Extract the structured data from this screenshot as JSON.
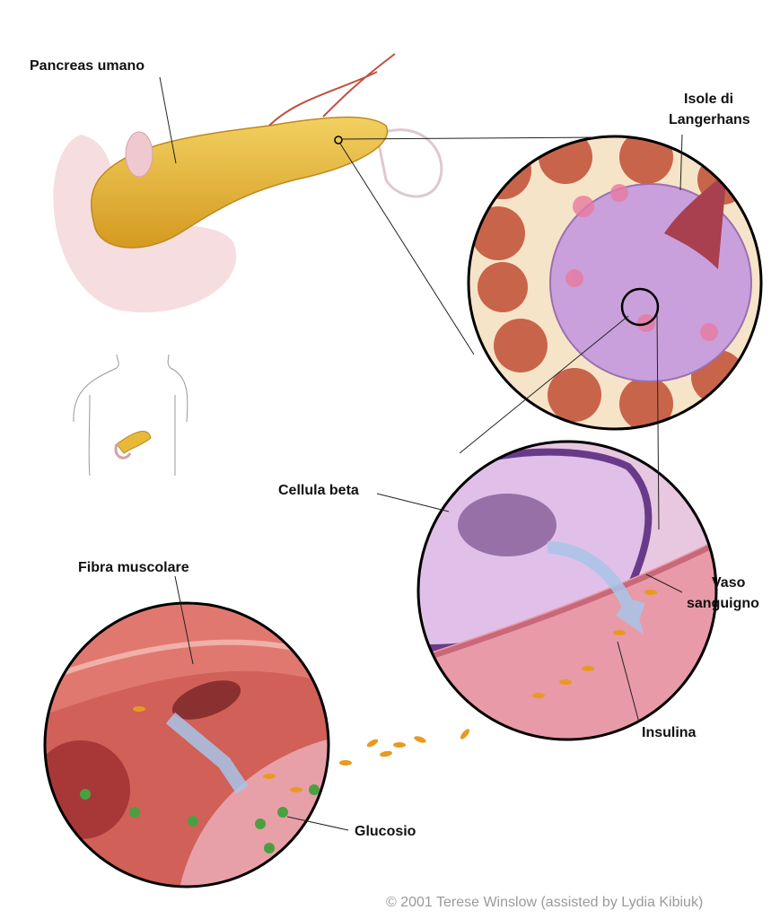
{
  "labels": {
    "pancreas": "Pancreas umano",
    "islets_line1": "Isole di",
    "islets_line2": "Langerhans",
    "beta_cell": "Cellula beta",
    "muscle_fiber": "Fibra muscolare",
    "vessel_line1": "Vaso",
    "vessel_line2": "sanguigno",
    "insulin": "Insulina",
    "glucose": "Glucosio"
  },
  "copyright": "© 2001 Terese Winslow (assisted by Lydia Kibiuk)",
  "colors": {
    "pancreas": "#e8b838",
    "islet_cells": "#c9a0dc",
    "acinar": "#c8644a",
    "muscle": "#c8504a",
    "vessel": "#e8a0a8",
    "insulin": "#e89a20",
    "glucose": "#4aa040",
    "arrow": "#a8c4e8"
  }
}
